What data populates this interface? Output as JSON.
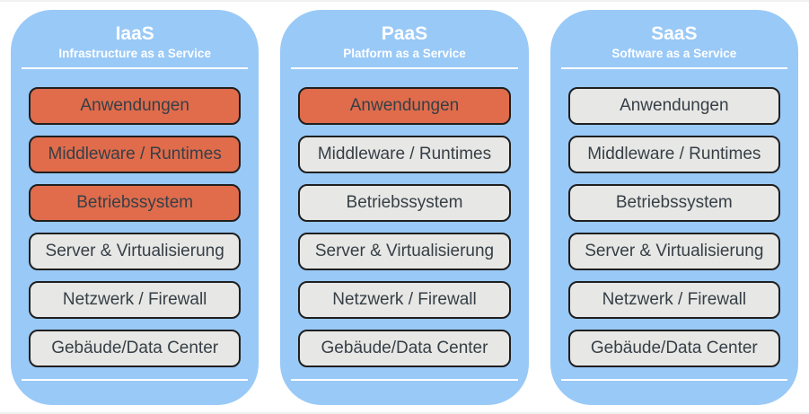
{
  "colors": {
    "card_background": "#99C9F7",
    "layer_highlight": "#E06C4C",
    "layer_default": "#E7E7E5",
    "layer_border": "#1f1f1f",
    "layer_text": "#363f46",
    "title_text": "#ffffff",
    "divider": "#ffffff"
  },
  "columns": [
    {
      "title": "IaaS",
      "subtitle": "Infrastructure as a Service",
      "boxes": [
        {
          "label": "Anwendungen",
          "highlighted": true
        },
        {
          "label": "Middleware / Runtimes",
          "highlighted": true
        },
        {
          "label": "Betriebssystem",
          "highlighted": true
        },
        {
          "label": "Server & Virtualisierung",
          "highlighted": false
        },
        {
          "label": "Netzwerk / Firewall",
          "highlighted": false
        },
        {
          "label": "Gebäude/Data Center",
          "highlighted": false
        }
      ]
    },
    {
      "title": "PaaS",
      "subtitle": "Platform as a Service",
      "boxes": [
        {
          "label": "Anwendungen",
          "highlighted": true
        },
        {
          "label": "Middleware / Runtimes",
          "highlighted": false
        },
        {
          "label": "Betriebssystem",
          "highlighted": false
        },
        {
          "label": "Server & Virtualisierung",
          "highlighted": false
        },
        {
          "label": "Netzwerk / Firewall",
          "highlighted": false
        },
        {
          "label": "Gebäude/Data Center",
          "highlighted": false
        }
      ]
    },
    {
      "title": "SaaS",
      "subtitle": "Software as a Service",
      "boxes": [
        {
          "label": "Anwendungen",
          "highlighted": false
        },
        {
          "label": "Middleware / Runtimes",
          "highlighted": false
        },
        {
          "label": "Betriebssystem",
          "highlighted": false
        },
        {
          "label": "Server & Virtualisierung",
          "highlighted": false
        },
        {
          "label": "Netzwerk / Firewall",
          "highlighted": false
        },
        {
          "label": "Gebäude/Data Center",
          "highlighted": false
        }
      ]
    }
  ]
}
